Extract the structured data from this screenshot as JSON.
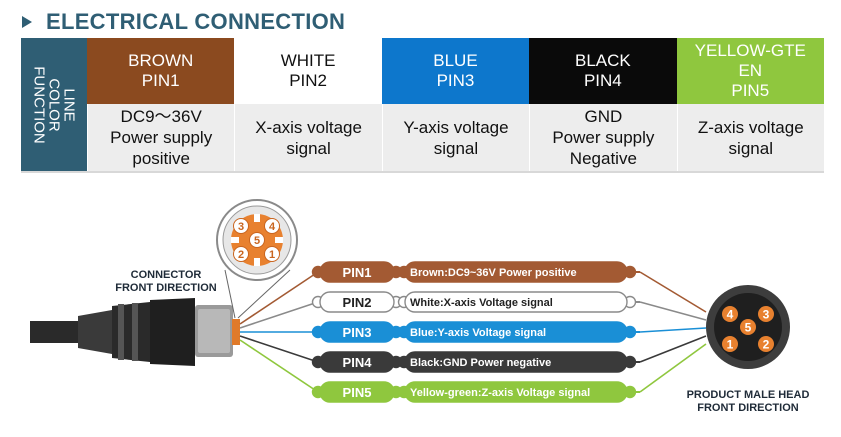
{
  "heading": "ELECTRICAL CONNECTION",
  "table": {
    "row_header_lines": [
      "LINE",
      "COLOR",
      "FUNCTION"
    ],
    "columns": [
      {
        "color_name": "BROWN",
        "pin": "PIN1",
        "function_lines": [
          "DC9～36V",
          "Power supply",
          "positive"
        ],
        "color": "#8b4a1f"
      },
      {
        "color_name": "WHITE",
        "pin": "PIN2",
        "function_lines": [
          "X-axis voltage",
          "signal"
        ],
        "color": "#ffffff"
      },
      {
        "color_name": "BLUE",
        "pin": "PIN3",
        "function_lines": [
          "Y-axis voltage",
          "signal"
        ],
        "color": "#0d77cc"
      },
      {
        "color_name": "BLACK",
        "pin": "PIN4",
        "function_lines": [
          "GND",
          "Power supply",
          "Negative"
        ],
        "color": "#0a0a0a"
      },
      {
        "color_name_lines": [
          "YELLOW-GTE",
          "EN"
        ],
        "pin": "PIN5",
        "function_lines": [
          "Z-axis voltage",
          "signal"
        ],
        "color": "#8fc73e"
      }
    ]
  },
  "diagram": {
    "connector_label_lines": [
      "CONNECTOR",
      "FRONT DIRECTION"
    ],
    "male_head_label_lines": [
      "PRODUCT MALE HEAD",
      "FRONT DIRECTION"
    ],
    "connector_pin_numbers": [
      "3",
      "4",
      "5",
      "2",
      "1"
    ],
    "male_pin_numbers": [
      "4",
      "3",
      "5",
      "1",
      "2"
    ],
    "wires": [
      {
        "pin": "PIN1",
        "desc": "Brown:DC9~36V Power positive",
        "color": "#a35a33"
      },
      {
        "pin": "PIN2",
        "desc": "White:X-axis Voltage signal",
        "color": "#ffffff"
      },
      {
        "pin": "PIN3",
        "desc": "Blue:Y-axis Voltage signal",
        "color": "#1a8fd6"
      },
      {
        "pin": "PIN4",
        "desc": "Black:GND Power negative",
        "color": "#3a3a3a"
      },
      {
        "pin": "PIN5",
        "desc": "Yellow-green:Z-axis Voltage signal",
        "color": "#8fc73e"
      }
    ]
  }
}
